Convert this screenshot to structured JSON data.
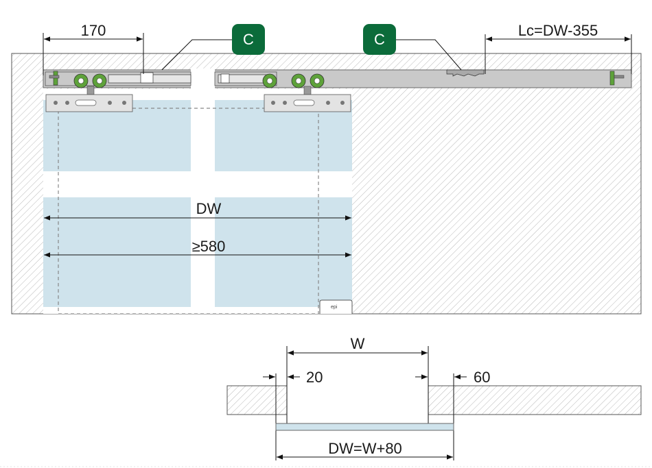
{
  "top_view": {
    "dim_left": "170",
    "dim_right": "Lc=DW-355",
    "dim_dw": "DW",
    "dim_min_width": "≥580",
    "badge_left": "C",
    "badge_right": "C",
    "badge_color": "#0b6b3a",
    "glass_color": "#cfe3ec",
    "rail_color": "#c9c9c9",
    "wheel_color": "#5ea23a"
  },
  "section_view": {
    "dim_w": "W",
    "dim_left_gap": "20",
    "dim_right_gap": "60",
    "dim_total": "DW=W+80"
  }
}
